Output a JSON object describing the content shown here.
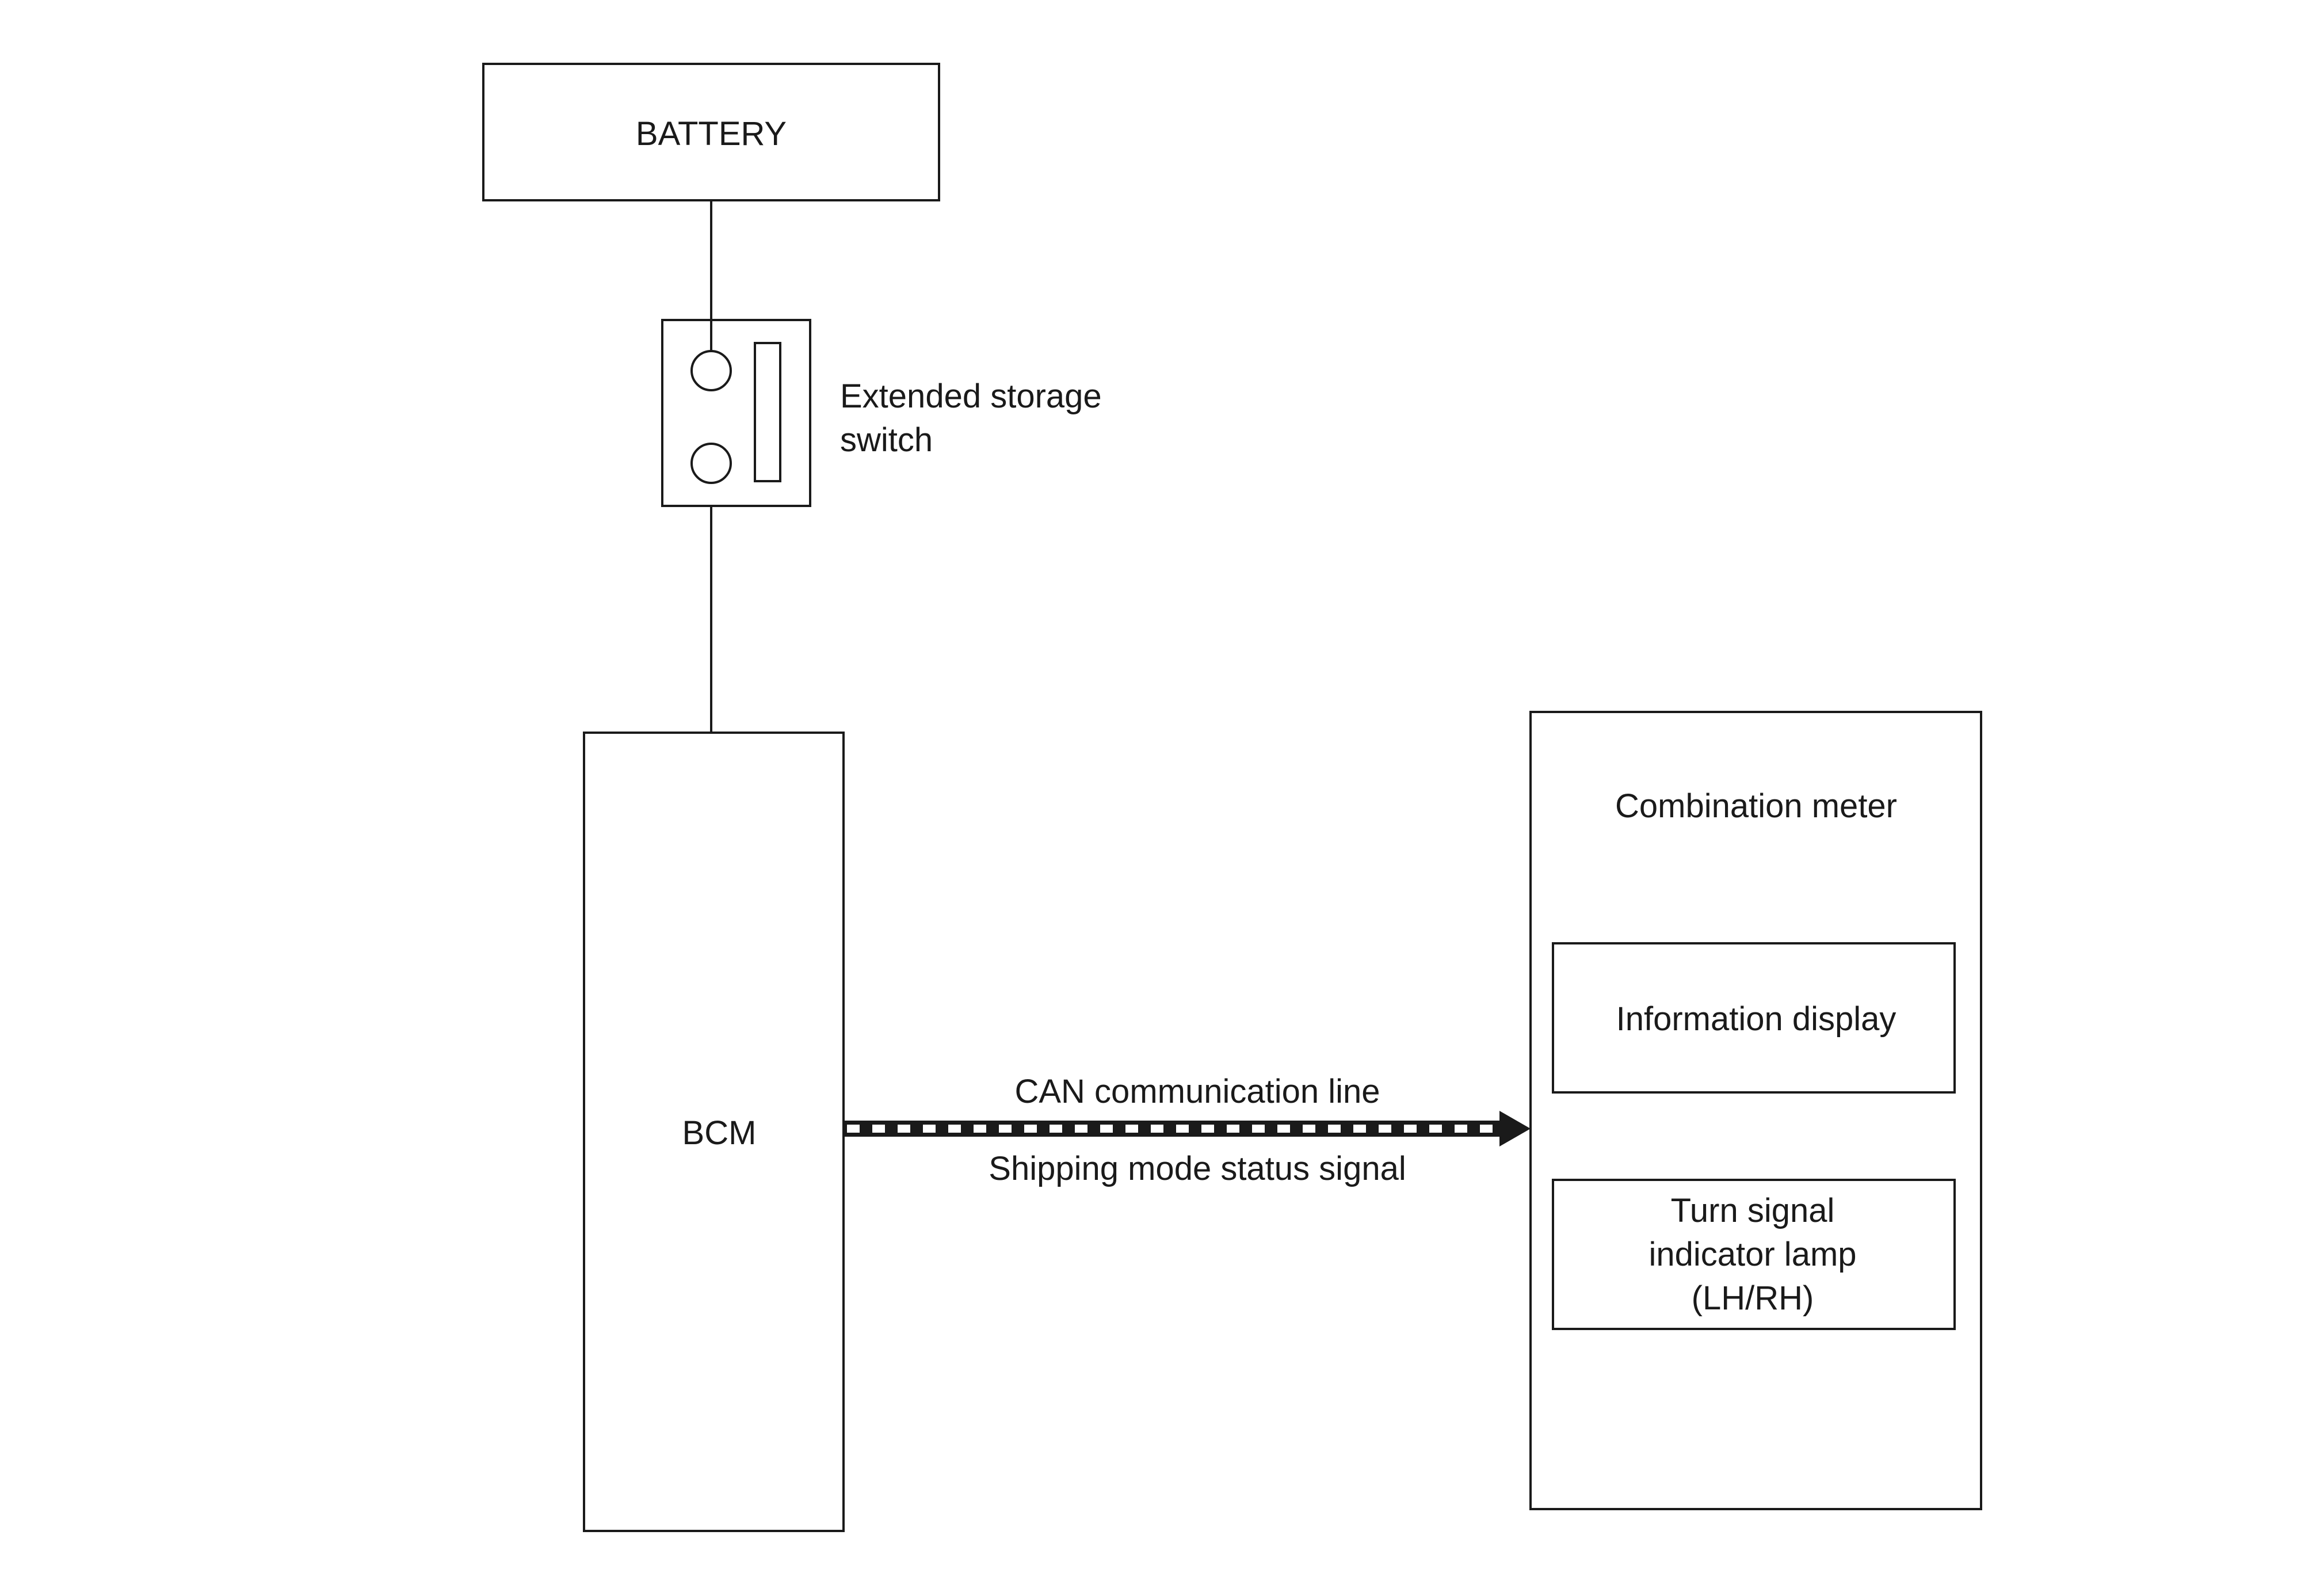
{
  "components": {
    "battery": "BATTERY",
    "switch_line1": "Extended storage",
    "switch_line2": "switch",
    "bcm": "BCM",
    "combination_meter": "Combination meter",
    "information_display": "Information display",
    "turn_signal_line1": "Turn signal",
    "turn_signal_line2": "indicator lamp",
    "turn_signal_line3": "(LH/RH)"
  },
  "signal": {
    "line_name": "CAN communication line",
    "signal_name": "Shipping mode status signal"
  },
  "colors": {
    "stroke": "#1a1a1a",
    "background": "#ffffff"
  }
}
